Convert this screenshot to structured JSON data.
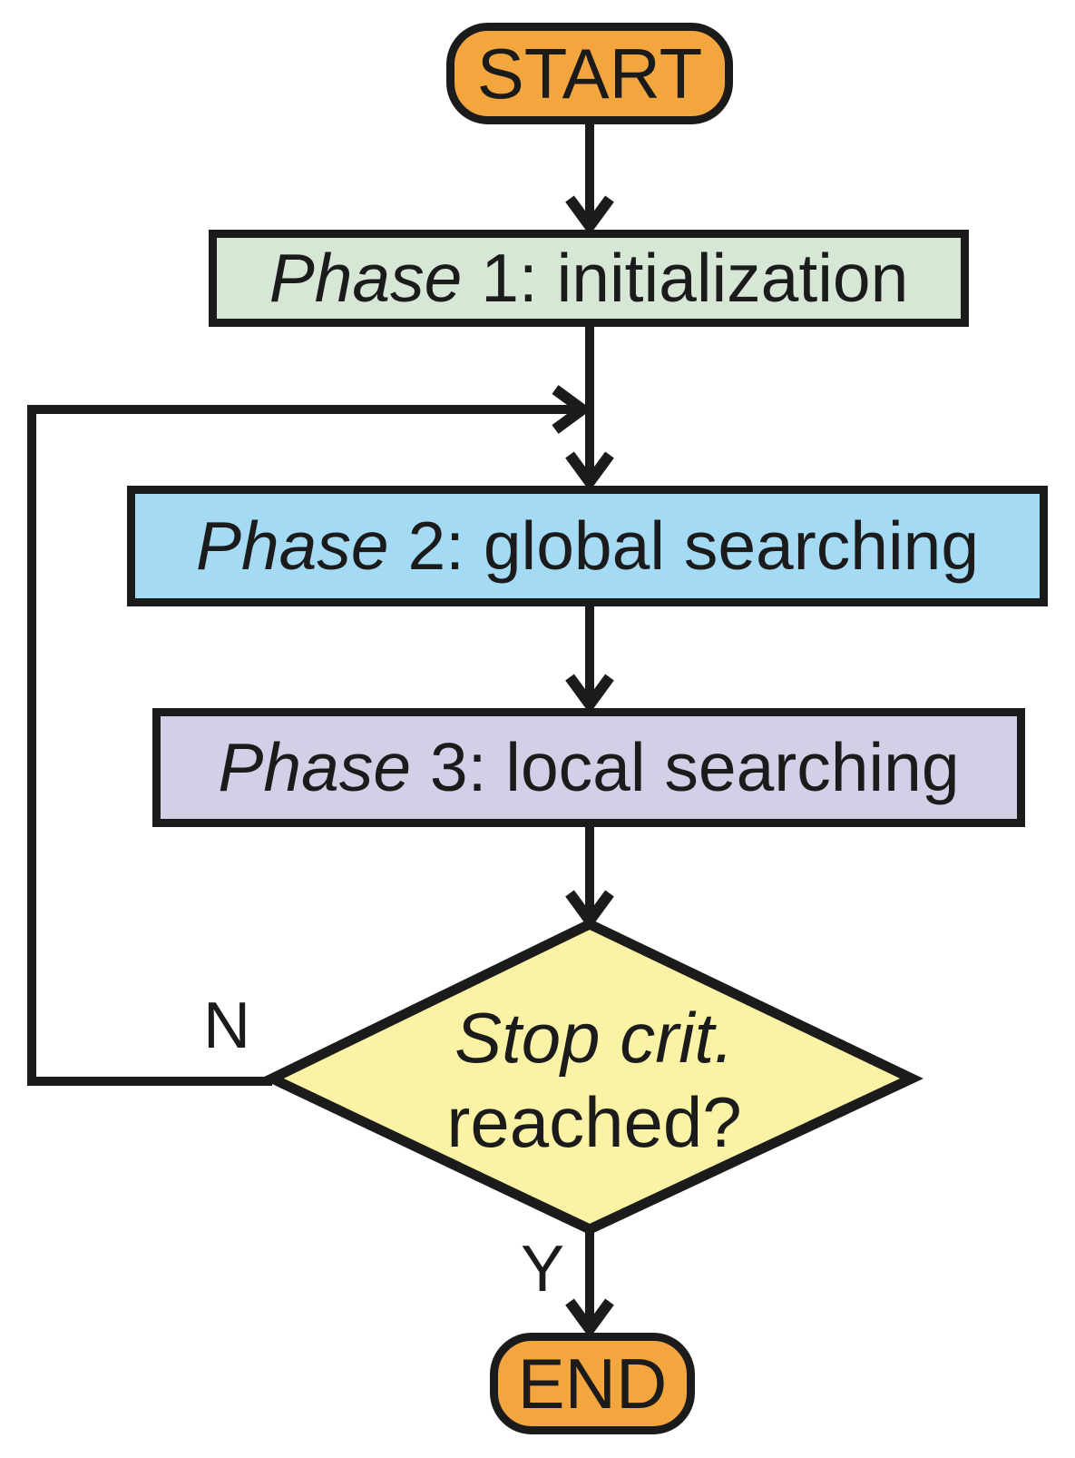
{
  "colors": {
    "stroke": "#1b1b1b",
    "terminal_fill": "#f4a63e",
    "phase1_fill": "#d6e7d6",
    "phase2_fill": "#a5daf5",
    "phase3_fill": "#d3cfe6",
    "decision_fill": "#faf3a5"
  },
  "nodes": {
    "start": {
      "label": "START"
    },
    "phase1": {
      "prefix": "Phase",
      "rest": " 1: initialization"
    },
    "phase2": {
      "prefix": "Phase",
      "rest": " 2: global searching"
    },
    "phase3": {
      "prefix": "Phase",
      "rest": " 3: local searching"
    },
    "decision": {
      "line1": "Stop crit.",
      "line2": "reached?"
    },
    "end": {
      "label": "END"
    }
  },
  "edge_labels": {
    "no": "N",
    "yes": "Y"
  }
}
